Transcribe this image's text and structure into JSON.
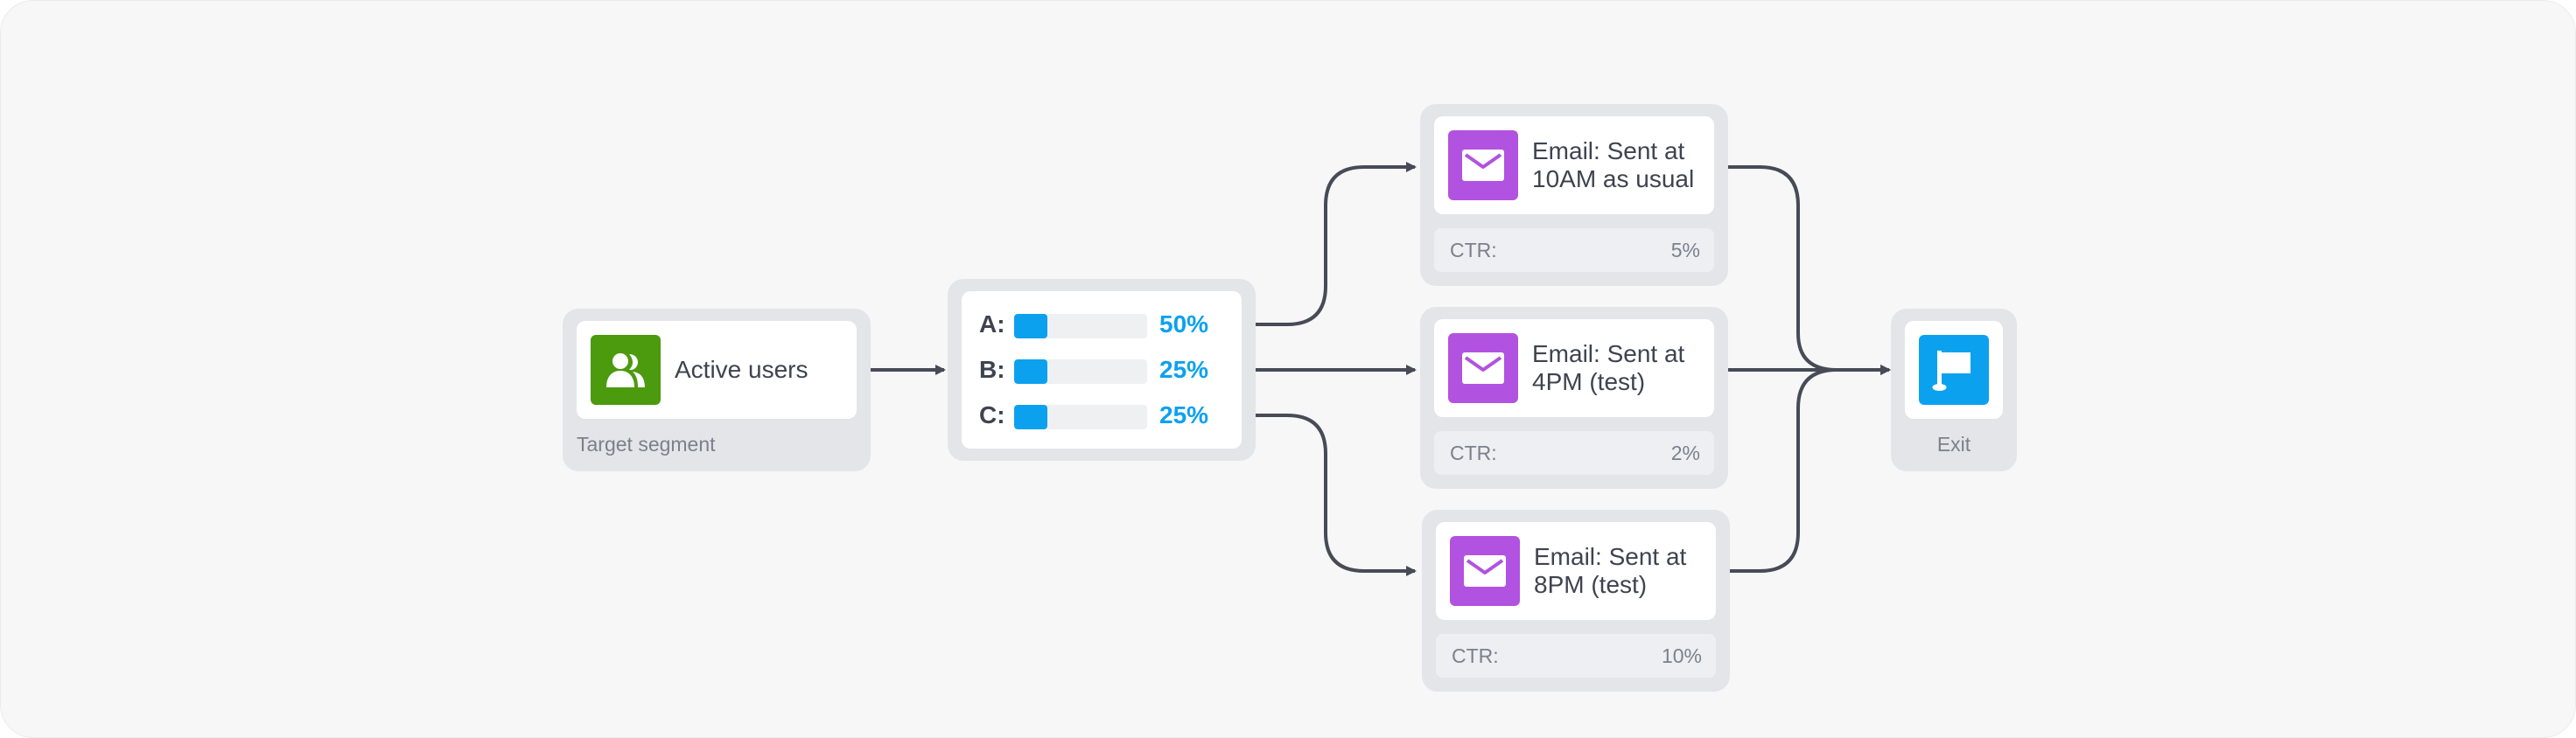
{
  "colors": {
    "segment_tile": "#4c9a0e",
    "email_tile": "#b252e0",
    "exit_tile": "#0ca1ef",
    "split_bar": "#0ca1ef",
    "split_percent": "#0ca1ef",
    "connector": "#474b57"
  },
  "segment": {
    "title": "Active users",
    "caption": "Target segment",
    "icon": "users-icon"
  },
  "split": {
    "rows": [
      {
        "label": "A:",
        "percent": "50%",
        "fill": 0.25
      },
      {
        "label": "B:",
        "percent": "25%",
        "fill": 0.25
      },
      {
        "label": "C:",
        "percent": "25%",
        "fill": 0.25
      }
    ]
  },
  "emails": [
    {
      "title": "Email: Sent at\n10AM as usual",
      "ctr_label": "CTR:",
      "ctr_value": "5%",
      "icon": "envelope-icon"
    },
    {
      "title": "Email: Sent at\n4PM (test)",
      "ctr_label": "CTR:",
      "ctr_value": "2%",
      "icon": "envelope-icon"
    },
    {
      "title": "Email: Sent at\n8PM (test)",
      "ctr_label": "CTR:",
      "ctr_value": "10%",
      "icon": "envelope-icon"
    }
  ],
  "exit": {
    "caption": "Exit",
    "icon": "flag-icon"
  }
}
